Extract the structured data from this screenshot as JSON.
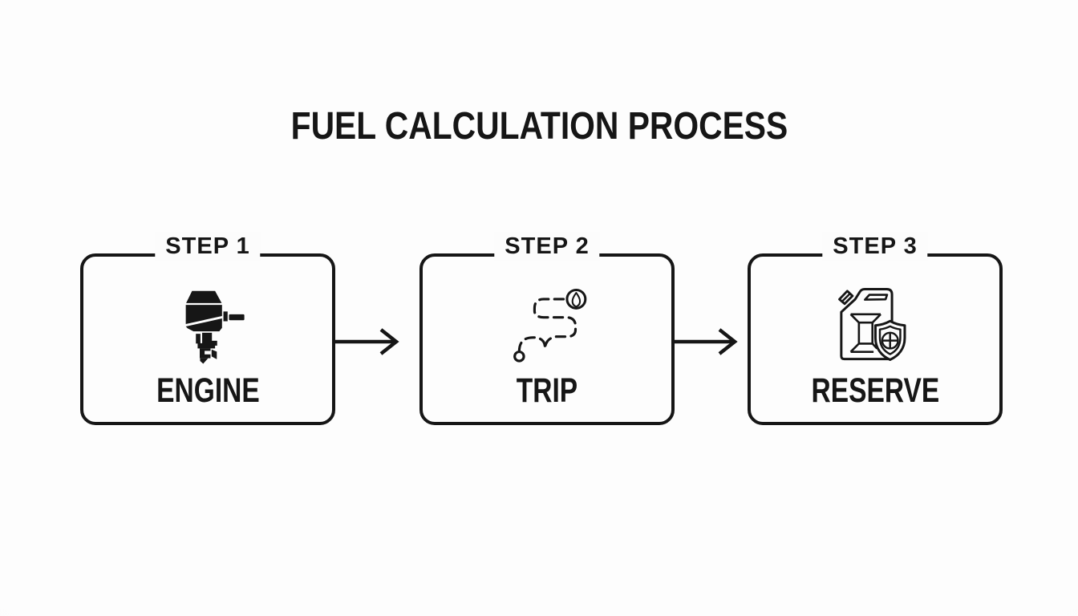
{
  "title": "FUEL CALCULATION PROCESS",
  "steps": [
    {
      "step_label": "STEP 1",
      "title": "ENGINE",
      "icon": "outboard-engine-icon"
    },
    {
      "step_label": "STEP 2",
      "title": "TRIP",
      "icon": "route-fuel-icon"
    },
    {
      "step_label": "STEP 3",
      "title": "RESERVE",
      "icon": "jerrycan-shield-icon"
    }
  ],
  "arrows": [
    {
      "name": "arrow-step1-to-step2"
    },
    {
      "name": "arrow-step2-to-step3"
    }
  ],
  "colors": {
    "ink": "#161616",
    "background": "#fcfcfc"
  }
}
